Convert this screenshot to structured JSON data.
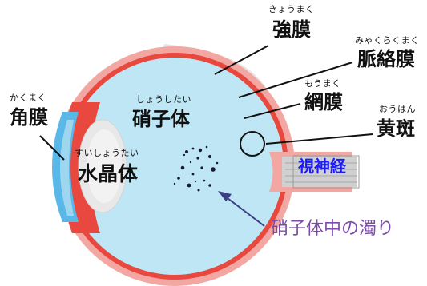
{
  "labels": {
    "sclera": {
      "reading": "きょうまく",
      "name": "強膜"
    },
    "choroid": {
      "reading": "みゃくらくまく",
      "name": "脈絡膜"
    },
    "retina": {
      "reading": "もうまく",
      "name": "網膜"
    },
    "macula": {
      "reading": "おうはん",
      "name": "黄斑"
    },
    "optic_nerve": {
      "name": "視神経"
    },
    "cornea": {
      "reading": "かくまく",
      "name": "角膜"
    },
    "vitreous": {
      "reading": "しょうしたい",
      "name": "硝子体"
    },
    "lens": {
      "reading": "すいしょうたい",
      "name": "水晶体"
    },
    "vitreous_opacity": {
      "name": "硝子体中の濁り"
    }
  },
  "colors": {
    "vitreous_fill": "#bfe6f5",
    "sclera_outline": "#e7e7e7",
    "choroid": "#f3a7a2",
    "retina": "#e8483e",
    "cornea": "#5ab8e8",
    "lens": "#e8e8e8",
    "optic_nerve": "#cfcfcf",
    "callout_line": "#111111",
    "opacity_arrow": "#3a3f86",
    "opacity_text": "#7d4aa8",
    "optic_text": "#1a1aff"
  }
}
